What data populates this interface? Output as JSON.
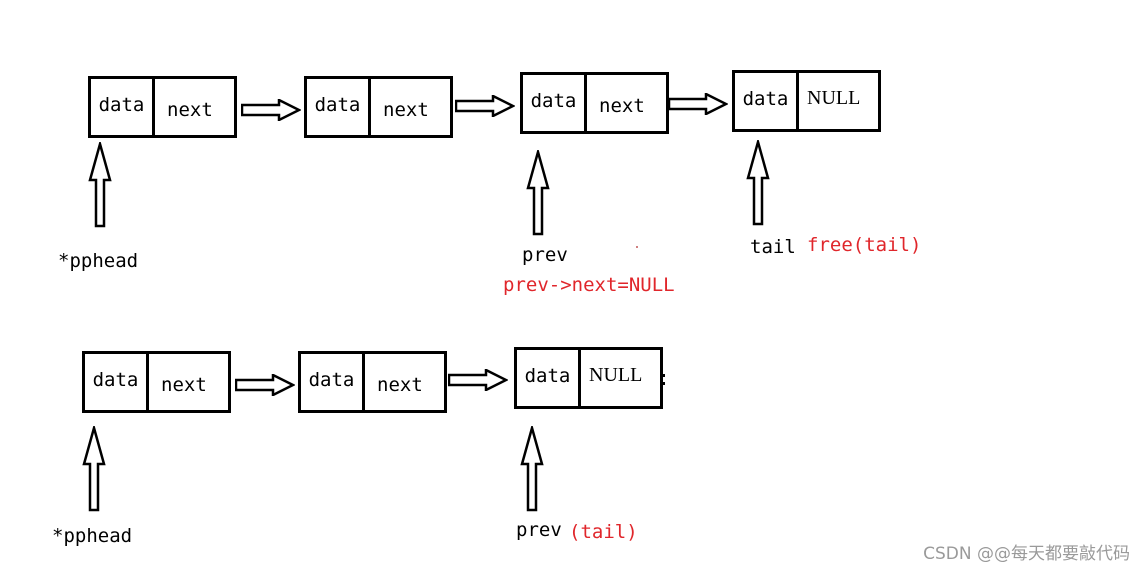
{
  "diagram": {
    "top_row": {
      "nodes": [
        {
          "data": "data",
          "next": "next"
        },
        {
          "data": "data",
          "next": "next"
        },
        {
          "data": "data",
          "next": "next"
        },
        {
          "data": "data",
          "next": "NULL"
        }
      ],
      "labels": {
        "head": "*pphead",
        "prev": "prev",
        "prev_op": "prev->next=NULL",
        "tail": "tail",
        "tail_op": "free(tail)"
      }
    },
    "bottom_row": {
      "nodes": [
        {
          "data": "data",
          "next": "next"
        },
        {
          "data": "data",
          "next": "next"
        },
        {
          "data": "data",
          "next": "NULL"
        }
      ],
      "labels": {
        "head": "*pphead",
        "prev": "prev",
        "prev_note": "(tail)"
      }
    },
    "colors": {
      "ink": "#000000",
      "annotation": "#e0262b",
      "watermark": "#9a9a9a"
    }
  },
  "watermark": "CSDN @@每天都要敲代码"
}
